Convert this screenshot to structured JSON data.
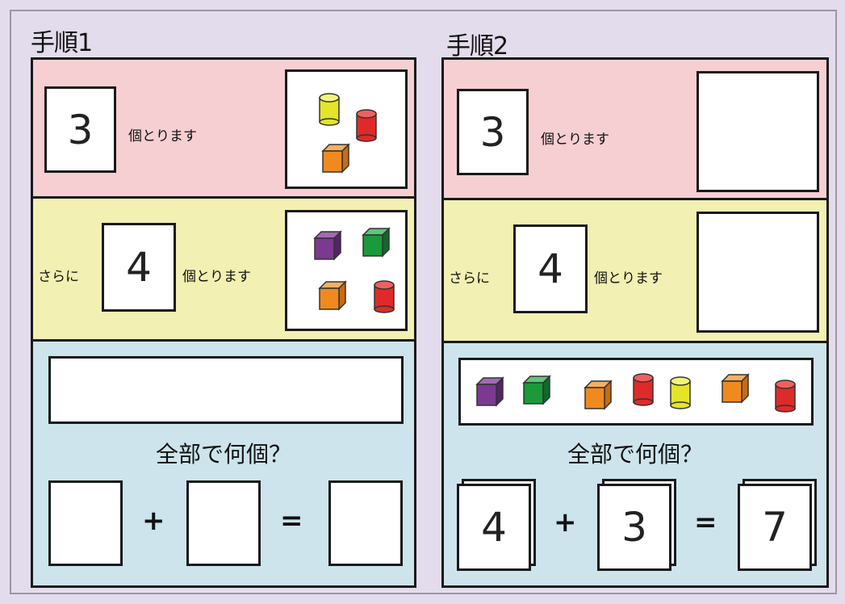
{
  "steps": [
    {
      "title": "手順1",
      "first": {
        "count": "3",
        "suffix": "個とります"
      },
      "second": {
        "prefix": "さらに",
        "count": "4",
        "suffix": "個とります"
      },
      "question": "全部で何個？",
      "equation": {
        "a": "",
        "plus": "+",
        "b": "",
        "equals": "=",
        "result": ""
      }
    },
    {
      "title": "手順2",
      "first": {
        "count": "3",
        "suffix": "個とります"
      },
      "second": {
        "prefix": "さらに",
        "count": "4",
        "suffix": "個とります"
      },
      "question": "全部で何個？",
      "equation": {
        "a": "4",
        "plus": "+",
        "b": "3",
        "equals": "=",
        "result": "7"
      }
    }
  ],
  "colors": {
    "pink": "#f6cfd3",
    "yellow": "#f2f0b2",
    "blue": "#cde4ec",
    "cylinder_yellow": "#e4e42a",
    "cylinder_red": "#e02a2a",
    "cube_orange": "#f08a1e",
    "cube_purple": "#7b3a8f",
    "cube_green": "#1a9a3a"
  }
}
